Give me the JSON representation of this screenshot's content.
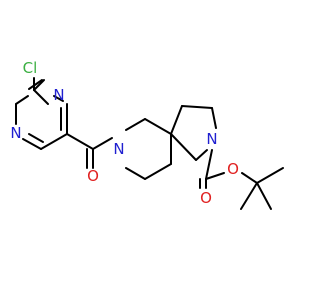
{
  "molecule": {
    "atoms": {
      "cl": {
        "symbol": "Cl",
        "color": "#3CB043"
      },
      "n_pyr_top": {
        "symbol": "N",
        "color": "#2020D0"
      },
      "n_pyr_left": {
        "symbol": "N",
        "color": "#2020D0"
      },
      "o_amide": {
        "symbol": "O",
        "color": "#E02020"
      },
      "n_piperidine": {
        "symbol": "N",
        "color": "#2020D0"
      },
      "n_pyrrolidine": {
        "symbol": "N",
        "color": "#2020D0"
      },
      "o_carbonyl": {
        "symbol": "O",
        "color": "#E02020"
      },
      "o_ester": {
        "symbol": "O",
        "color": "#E02020"
      }
    },
    "bond_color": "#000000"
  }
}
